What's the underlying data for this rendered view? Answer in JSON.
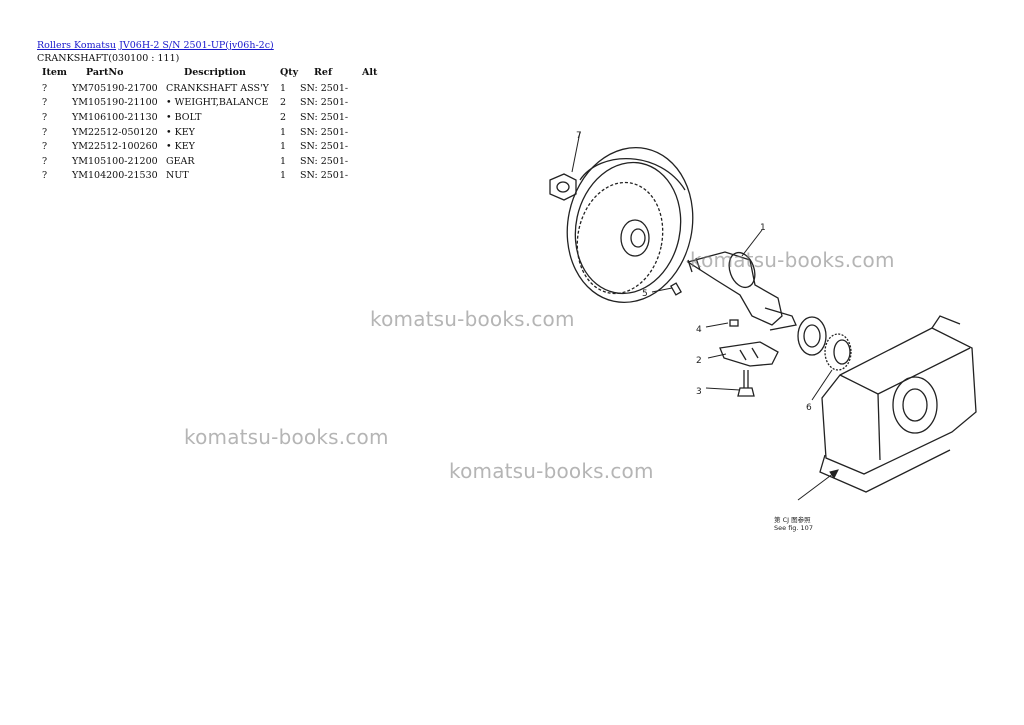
{
  "header": {
    "crumb_text": "Rollers Komatsu",
    "crumb_link": "JV06H-2 S/N 2501-UP(jv06h-2c)",
    "subtitle": "CRANKSHAFT(030100 : 111)"
  },
  "table": {
    "columns": [
      "Item",
      "PartNo",
      "Description",
      "Qty",
      "Ref",
      "Alt"
    ],
    "rows": [
      {
        "item": "?",
        "part": "YM705190-21700",
        "desc": "CRANKSHAFT ASS'Y",
        "qty": "1",
        "ref": "SN: 2501-",
        "alt": ""
      },
      {
        "item": "?",
        "part": "YM105190-21100",
        "desc": "• WEIGHT,BALANCE",
        "qty": "2",
        "ref": "SN: 2501-",
        "alt": ""
      },
      {
        "item": "?",
        "part": "YM106100-21130",
        "desc": "• BOLT",
        "qty": "2",
        "ref": "SN: 2501-",
        "alt": ""
      },
      {
        "item": "?",
        "part": "YM22512-050120",
        "desc": "• KEY",
        "qty": "1",
        "ref": "SN: 2501-",
        "alt": ""
      },
      {
        "item": "?",
        "part": "YM22512-100260",
        "desc": "• KEY",
        "qty": "1",
        "ref": "SN: 2501-",
        "alt": ""
      },
      {
        "item": "?",
        "part": "YM105100-21200",
        "desc": "GEAR",
        "qty": "1",
        "ref": "SN: 2501-",
        "alt": ""
      },
      {
        "item": "?",
        "part": "YM104200-21530",
        "desc": "NUT",
        "qty": "1",
        "ref": "SN: 2501-",
        "alt": ""
      }
    ]
  },
  "watermarks": [
    "komatsu-books.com",
    "komatsu-books.com",
    "komatsu-books.com",
    "komatsu-books.com"
  ],
  "diagram": {
    "callouts": [
      "1",
      "2",
      "3",
      "4",
      "5",
      "6",
      "7"
    ],
    "fig_ref_line1": "第 CJ 图参照",
    "fig_ref_line2": "See fig. 107"
  }
}
